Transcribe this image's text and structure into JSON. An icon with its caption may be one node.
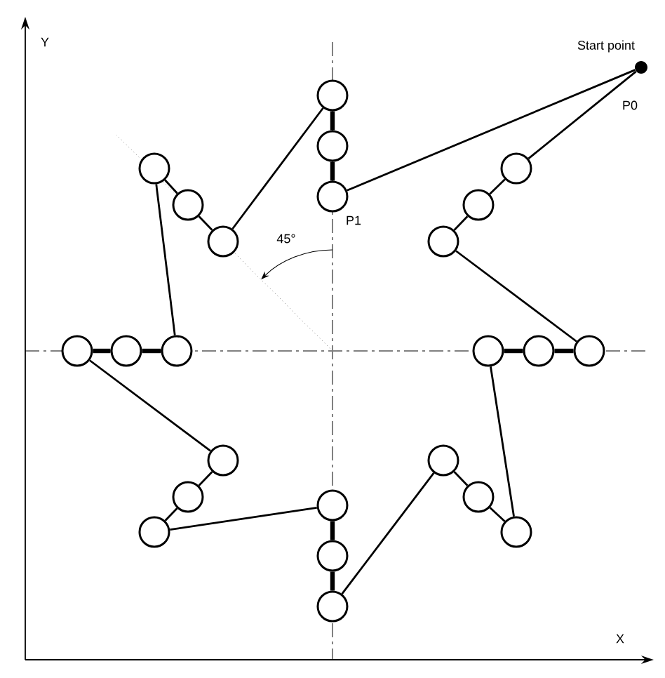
{
  "diagram": {
    "nodes": [
      {
        "text": [],
        "shape": "dot",
        "beside": [
          "Start point",
          "P0"
        ]
      },
      {
        "text": [],
        "shape": "circle"
      },
      {
        "text": [],
        "shape": "circle"
      },
      {
        "text": [],
        "shape": "circle",
        "beside": [
          "P1"
        ]
      },
      {
        "text": [],
        "shape": "circle"
      },
      {
        "text": [],
        "shape": "circle"
      },
      {
        "text": [],
        "shape": "circle"
      },
      {
        "text": [],
        "shape": "circle"
      },
      {
        "text": [],
        "shape": "circle"
      },
      {
        "text": [],
        "shape": "circle"
      },
      {
        "text": [],
        "shape": "circle"
      },
      {
        "text": [],
        "shape": "circle"
      },
      {
        "text": [],
        "shape": "circle"
      },
      {
        "text": [],
        "shape": "circle"
      },
      {
        "text": [],
        "shape": "circle"
      },
      {
        "text": [],
        "shape": "circle"
      },
      {
        "text": [],
        "shape": "circle"
      },
      {
        "text": [],
        "shape": "circle"
      },
      {
        "text": [],
        "shape": "circle"
      },
      {
        "text": [],
        "shape": "circle"
      },
      {
        "text": [],
        "shape": "circle"
      },
      {
        "text": [],
        "shape": "circle"
      },
      {
        "text": [],
        "shape": "circle"
      },
      {
        "text": [],
        "shape": "circle"
      },
      {
        "text": [],
        "shape": "circle"
      }
    ],
    "edges": [
      {
        "from": 0,
        "to": 3,
        "arrow": "none"
      },
      {
        "from": 3,
        "to": 2,
        "arrow": "none",
        "style": "thick"
      },
      {
        "from": 2,
        "to": 1,
        "arrow": "none",
        "style": "thick"
      },
      {
        "from": 1,
        "to": 6,
        "arrow": "none"
      },
      {
        "from": 6,
        "to": 5,
        "arrow": "none"
      },
      {
        "from": 5,
        "to": 4,
        "arrow": "none"
      },
      {
        "from": 4,
        "to": 12,
        "arrow": "none"
      },
      {
        "from": 12,
        "to": 11,
        "arrow": "none",
        "style": "thick"
      },
      {
        "from": 11,
        "to": 10,
        "arrow": "none",
        "style": "thick"
      },
      {
        "from": 10,
        "to": 16,
        "arrow": "none"
      },
      {
        "from": 16,
        "to": 17,
        "arrow": "none"
      },
      {
        "from": 17,
        "to": 18,
        "arrow": "none"
      },
      {
        "from": 18,
        "to": 22,
        "arrow": "none"
      },
      {
        "from": 22,
        "to": 23,
        "arrow": "none",
        "style": "thick"
      },
      {
        "from": 23,
        "to": 24,
        "arrow": "none",
        "style": "thick"
      },
      {
        "from": 24,
        "to": 19,
        "arrow": "none"
      },
      {
        "from": 19,
        "to": 20,
        "arrow": "none"
      },
      {
        "from": 20,
        "to": 21,
        "arrow": "none"
      },
      {
        "from": 21,
        "to": 13,
        "arrow": "none"
      },
      {
        "from": 13,
        "to": 14,
        "arrow": "none",
        "style": "thick"
      },
      {
        "from": 14,
        "to": 15,
        "arrow": "none",
        "style": "thick"
      },
      {
        "from": 15,
        "to": 9,
        "arrow": "none"
      },
      {
        "from": 9,
        "to": 8,
        "arrow": "none"
      },
      {
        "from": 8,
        "to": 7,
        "arrow": "none"
      },
      {
        "from": 7,
        "to": 0,
        "arrow": "none"
      }
    ],
    "labels": [
      "Y",
      "45°",
      "X"
    ]
  }
}
